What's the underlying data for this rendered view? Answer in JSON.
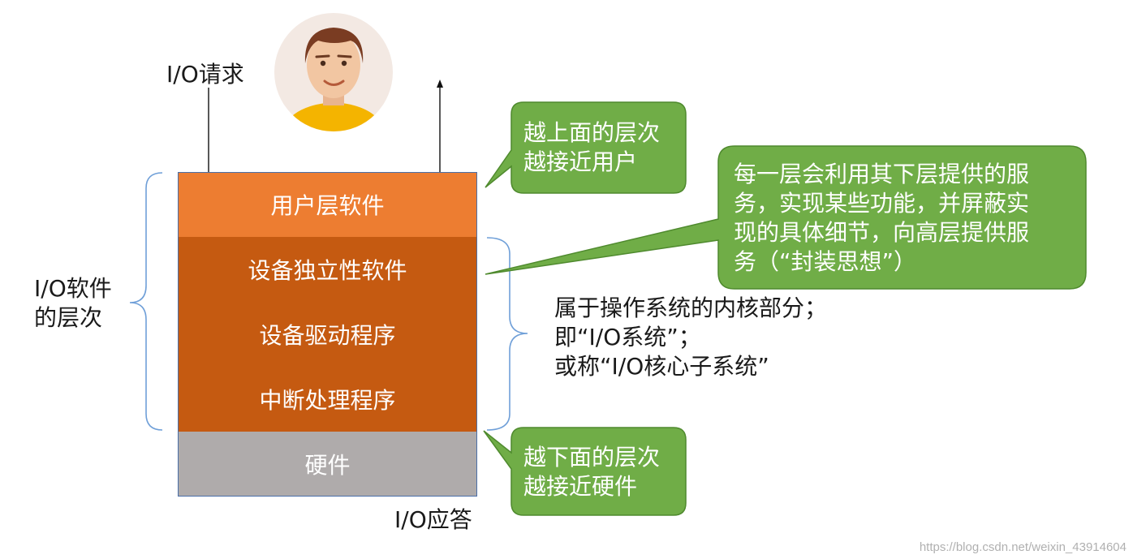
{
  "request_label": "I/O请求",
  "response_label": "I/O应答",
  "left_brace_label": [
    "I/O软件",
    "的层次"
  ],
  "layers": [
    {
      "label": "用户层软件",
      "color": "#ed7d31"
    },
    {
      "label": "设备独立性软件",
      "color": "#c55a11"
    },
    {
      "label": "设备驱动程序",
      "color": "#c55a11"
    },
    {
      "label": "中断处理程序",
      "color": "#c55a11"
    },
    {
      "label": "硬件",
      "color": "#afabab"
    }
  ],
  "callouts": {
    "top": [
      "越上面的层次",
      "越接近用户"
    ],
    "middle": [
      "每一层会利用其下层提供的服",
      "务，实现某些功能，并屏蔽实",
      "现的具体细节，向高层提供服",
      "务（“封装思想”）"
    ],
    "bottom": [
      "越下面的层次",
      "越接近硬件"
    ],
    "color": "#70ad47"
  },
  "kernel_note": [
    "属于操作系统的内核部分；",
    "即“I/O系统”；",
    "或称“I/O核心子系统”"
  ],
  "watermark": "https://blog.csdn.net/weixin_43914604"
}
